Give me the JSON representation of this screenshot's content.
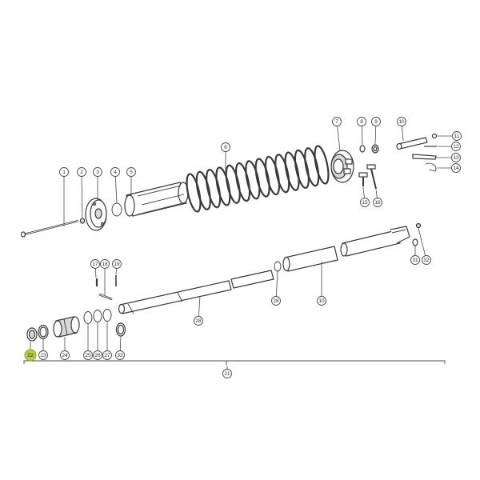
{
  "callouts": [
    {
      "id": "1",
      "label": "1"
    },
    {
      "id": "2",
      "label": "2"
    },
    {
      "id": "3",
      "label": "3"
    },
    {
      "id": "4",
      "label": "4"
    },
    {
      "id": "5",
      "label": "5"
    },
    {
      "id": "6",
      "label": "6"
    },
    {
      "id": "7",
      "label": "7"
    },
    {
      "id": "8",
      "label": "8"
    },
    {
      "id": "9",
      "label": "9"
    },
    {
      "id": "10a",
      "label": "10"
    },
    {
      "id": "11",
      "label": "11"
    },
    {
      "id": "12",
      "label": "12"
    },
    {
      "id": "13",
      "label": "13"
    },
    {
      "id": "14",
      "label": "14"
    },
    {
      "id": "15",
      "label": "15"
    },
    {
      "id": "16",
      "label": "16"
    },
    {
      "id": "17",
      "label": "17"
    },
    {
      "id": "18",
      "label": "18"
    },
    {
      "id": "19",
      "label": "19"
    },
    {
      "id": "28a",
      "label": "28"
    },
    {
      "id": "10b",
      "label": "10"
    },
    {
      "id": "31",
      "label": "31"
    },
    {
      "id": "32",
      "label": "32"
    },
    {
      "id": "28b",
      "label": "28"
    },
    {
      "id": "22",
      "label": "22"
    },
    {
      "id": "23",
      "label": "23"
    },
    {
      "id": "24",
      "label": "24"
    },
    {
      "id": "25",
      "label": "25"
    },
    {
      "id": "26",
      "label": "26"
    },
    {
      "id": "27",
      "label": "27"
    },
    {
      "id": "33",
      "label": "33"
    },
    {
      "id": "21",
      "label": "21"
    }
  ],
  "highlight": {
    "callout": "22",
    "color": "#b6cc3c"
  }
}
